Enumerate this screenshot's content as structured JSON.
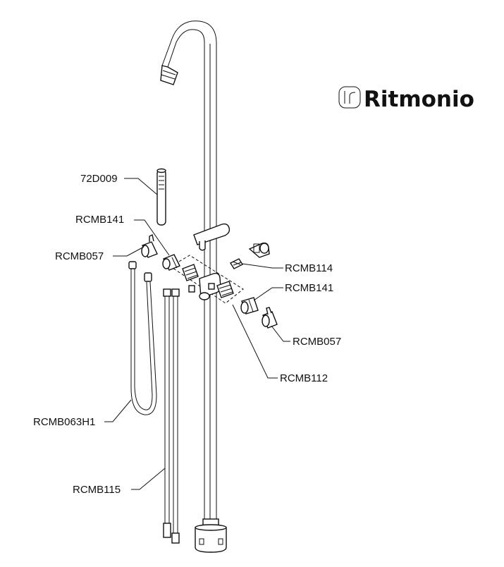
{
  "brand": {
    "name": "Ritmonio",
    "logo_icon": "ritmonio-mark-icon"
  },
  "labels": {
    "hand_shower": "72D009",
    "cartridge_left": "RCMB141",
    "handle_left": "RCMB057",
    "hose": "RCMB063H1",
    "supply_pipes": "RCMB115",
    "holder": "RCMB114",
    "cartridge_right": "RCMB141",
    "handle_right": "RCMB057",
    "mixer_body": "RCMB112"
  }
}
